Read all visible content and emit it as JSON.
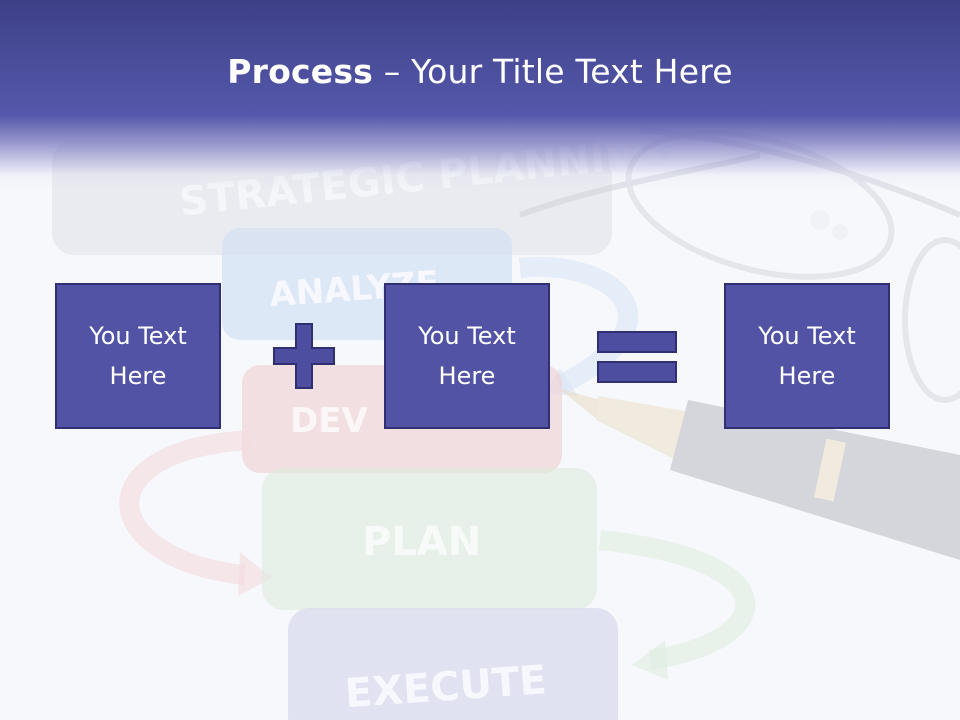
{
  "title": {
    "bold": "Process",
    "rest": " – Your Title Text Here"
  },
  "boxes": [
    {
      "text": "You Text Here"
    },
    {
      "text": "You Text Here"
    },
    {
      "text": "You Text Here"
    }
  ],
  "operators": {
    "first": "plus-icon",
    "second": "equals-icon"
  },
  "background": {
    "labels": [
      "STRATEGIC PLANNING",
      "ANALYZE",
      "DEV",
      "PLAN",
      "EXECUTE"
    ]
  },
  "colors": {
    "banner": "#3d3f87",
    "box_fill": "#5353a6",
    "box_border": "#2f2f72",
    "operator": "#4e4ea0"
  }
}
